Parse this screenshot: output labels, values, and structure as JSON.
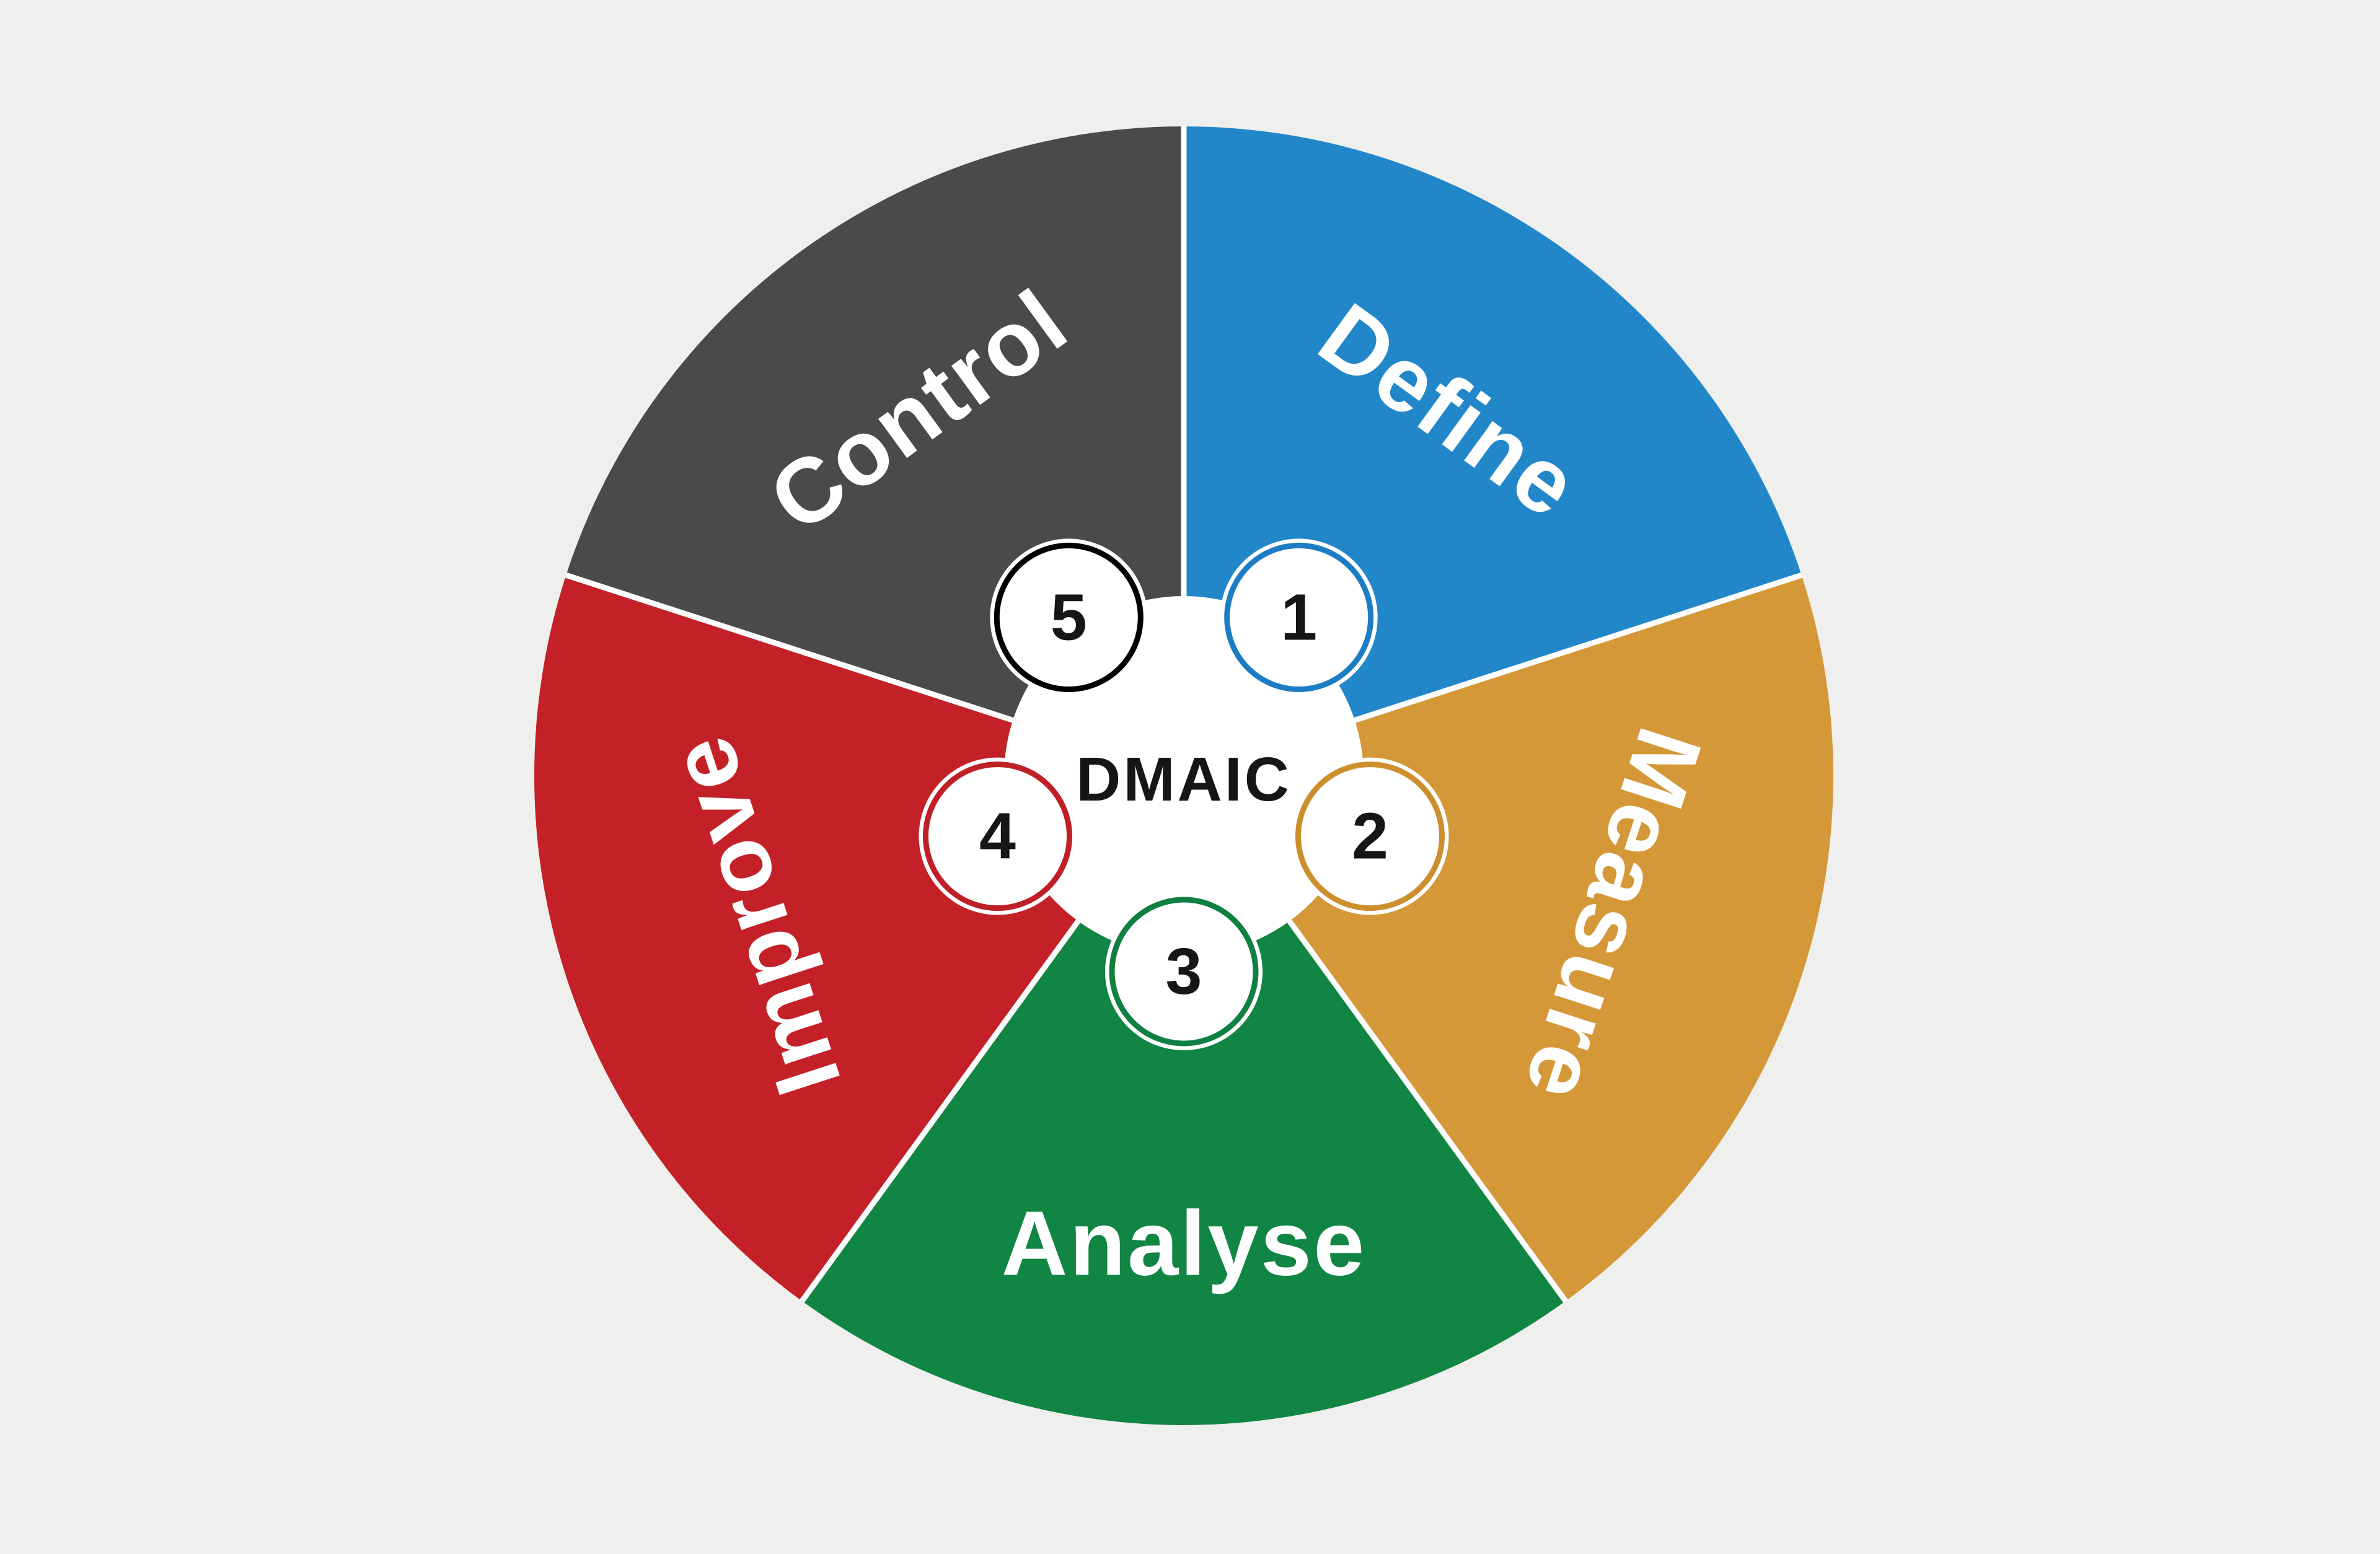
{
  "background_color": "#efefee",
  "diagram": {
    "center_label": "DMAIC",
    "center_fill": "#ffffff",
    "separator_color": "#ffffff",
    "label_text_color": "#ffffff",
    "number_text_color": "#161616",
    "center_text_color": "#161616",
    "segments": [
      {
        "order": 1,
        "number": "1",
        "label": "Define",
        "color": "#2287c9",
        "ring_color": "#1d7dc4"
      },
      {
        "order": 2,
        "number": "2",
        "label": "Measure",
        "color": "#d59838",
        "ring_color": "#cd8f2e"
      },
      {
        "order": 3,
        "number": "3",
        "label": "Analyse",
        "color": "#118543",
        "ring_color": "#0f8041"
      },
      {
        "order": 4,
        "number": "4",
        "label": "Improve",
        "color": "#c32127",
        "ring_color": "#bf1f26"
      },
      {
        "order": 5,
        "number": "5",
        "label": "Control",
        "color": "#4a4a49",
        "ring_color": "#000000"
      }
    ]
  }
}
